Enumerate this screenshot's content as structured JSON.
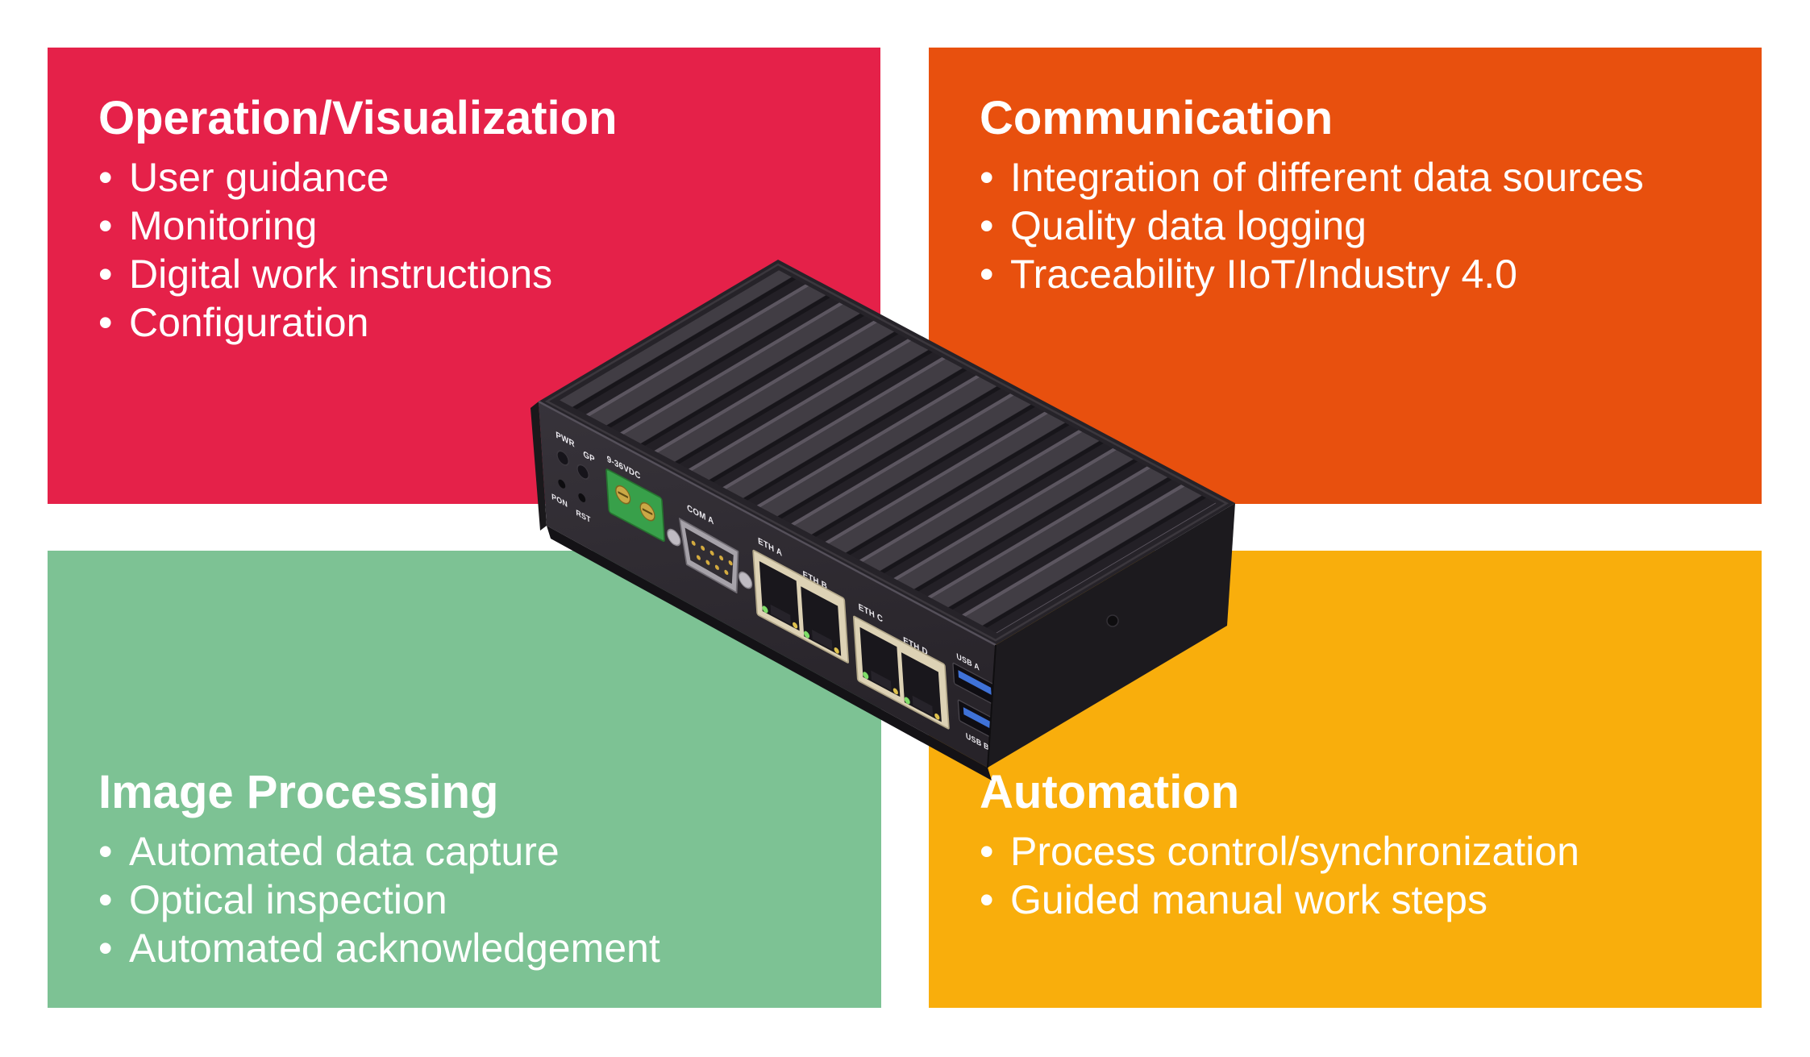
{
  "ui": {
    "bullet_char": "•"
  },
  "panels": {
    "operation": {
      "title": "Operation/Visualization",
      "color": "#e52149",
      "items": [
        "User guidance",
        "Monitoring",
        "Digital work instructions",
        "Configuration"
      ]
    },
    "communication": {
      "title": "Communication",
      "color": "#e8500e",
      "items": [
        "Integration of different data sources",
        "Quality data logging",
        "Traceability IIoT/Industry 4.0"
      ]
    },
    "image_processing": {
      "title": "Image Processing",
      "color": "#7dc294",
      "items": [
        "Automated data capture",
        "Optical inspection",
        "Automated acknowledgement"
      ]
    },
    "automation": {
      "title": "Automation",
      "color": "#f9ae0c",
      "items": [
        "Process control/synchronization",
        "Guided manual work steps"
      ]
    }
  },
  "device": {
    "labels": {
      "pwr": "PWR",
      "gp": "GP",
      "pon": "PON",
      "rst": "RST",
      "power_input": "9-36VDC",
      "com_a": "COM A",
      "eth_a": "ETH A",
      "eth_b": "ETH B",
      "eth_c": "ETH C",
      "eth_d": "ETH D",
      "usb_a": "USB A",
      "usb_b": "USB B"
    }
  }
}
